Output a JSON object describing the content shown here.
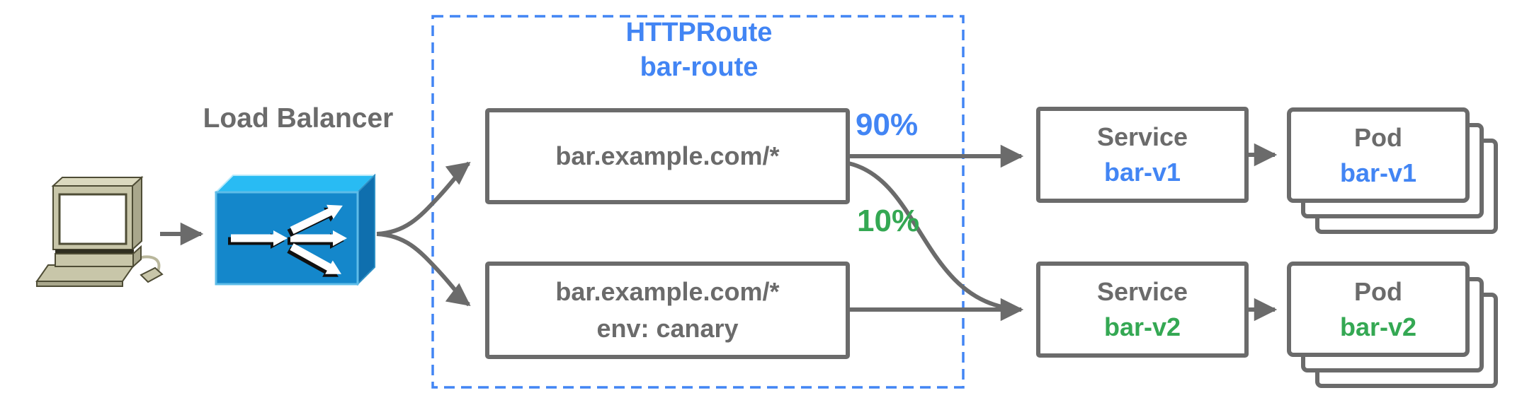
{
  "colors": {
    "blue": "#4285F4",
    "green": "#34A853",
    "gray": "#6b6b6b",
    "dashed_border": "#4285F4",
    "lb_front": "#1487cb",
    "lb_top": "#29bbf3",
    "lb_side": "#0f6fae"
  },
  "client": {
    "icon": "desktop-computer"
  },
  "load_balancer": {
    "label": "Load Balancer",
    "icon": "load-balancer-fanout-box"
  },
  "httproute": {
    "kind": "HTTPRoute",
    "name": "bar-route",
    "rules": [
      {
        "match": "bar.example.com/*",
        "weight": "90%",
        "backend": "bar-v1"
      },
      {
        "match": "bar.example.com/*",
        "header_match": "env: canary",
        "weight": "10%",
        "backend": "bar-v2"
      }
    ]
  },
  "services": [
    {
      "kind": "Service",
      "name": "bar-v1"
    },
    {
      "kind": "Service",
      "name": "bar-v2"
    }
  ],
  "pods": [
    {
      "kind": "Pod",
      "name": "bar-v1"
    },
    {
      "kind": "Pod",
      "name": "bar-v2"
    }
  ]
}
